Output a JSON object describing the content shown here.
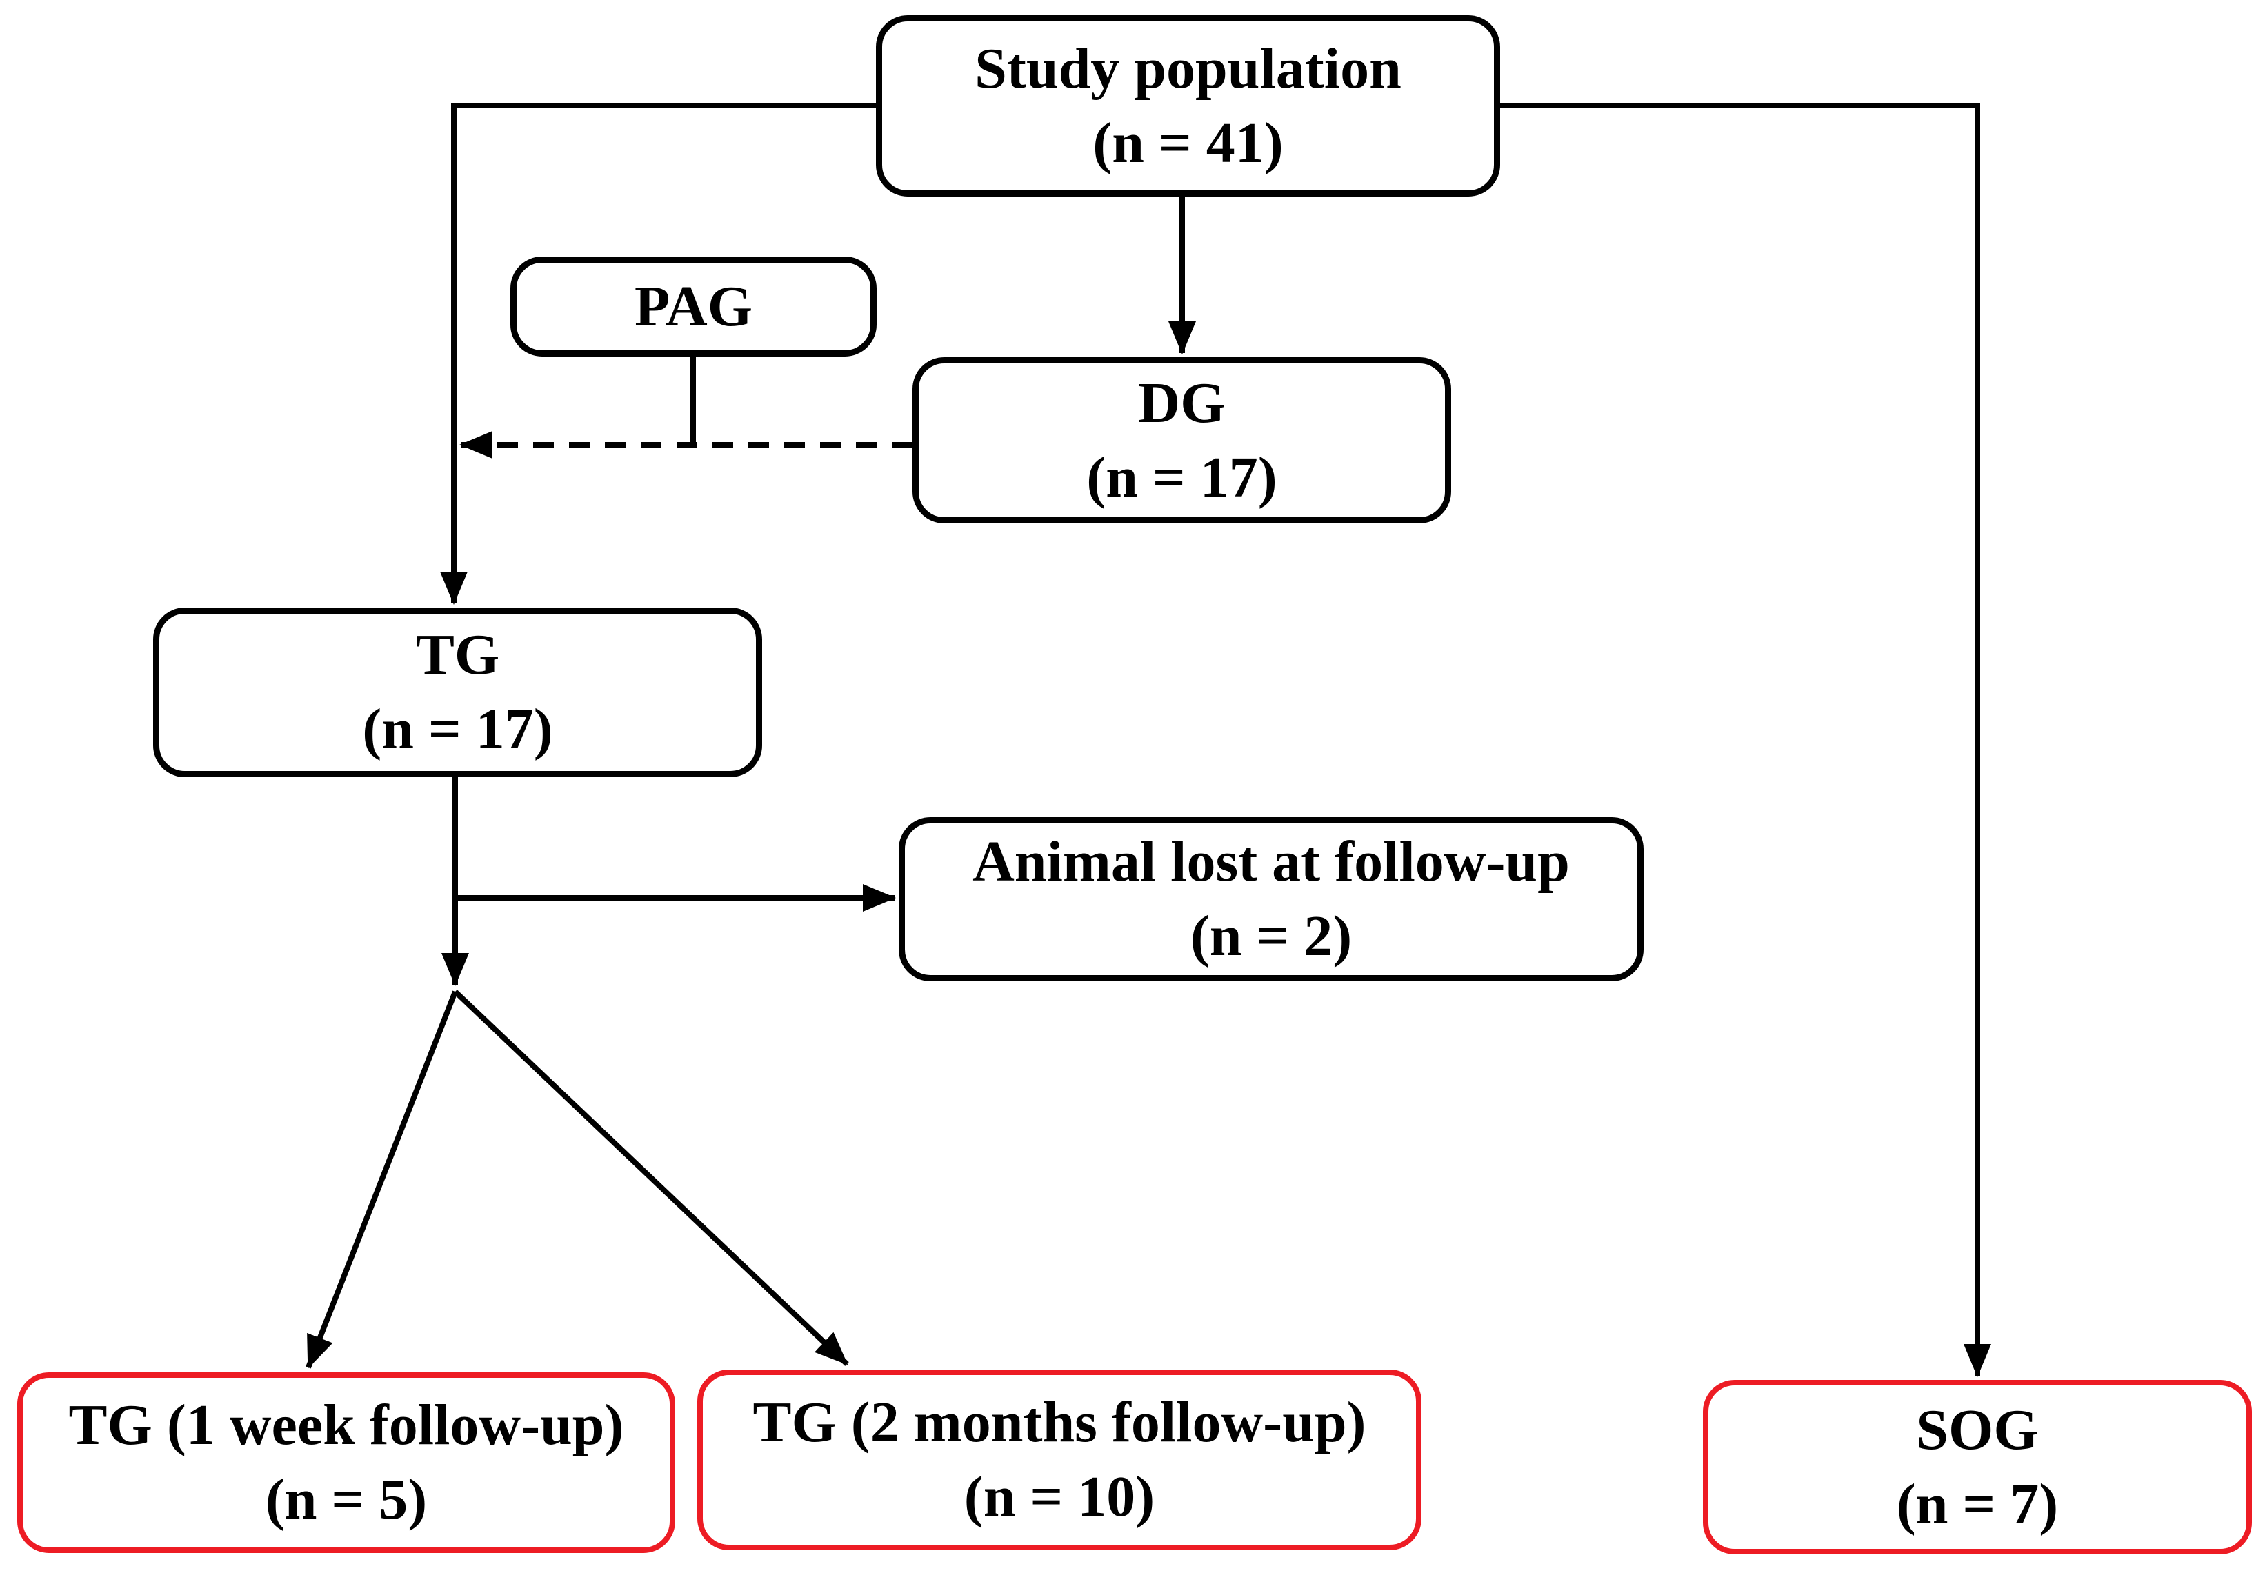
{
  "diagram": {
    "colors": {
      "box_border": "#000000",
      "red_box_border": "#ed1c24",
      "text": "#000000",
      "background": "#ffffff"
    },
    "nodes": {
      "study_population": {
        "label": "Study population",
        "count": "(n = 41)"
      },
      "pag": {
        "label": "PAG"
      },
      "dg": {
        "label": "DG",
        "count": "(n = 17)"
      },
      "tg": {
        "label": "TG",
        "count": "(n = 17)"
      },
      "animal_lost": {
        "label": "Animal lost at follow-up",
        "count": "(n = 2)"
      },
      "tg_1_week": {
        "label": "TG (1 week follow-up)",
        "count": "(n = 5)"
      },
      "tg_2_months": {
        "label": "TG (2 months follow-up)",
        "count": "(n = 10)"
      },
      "sog": {
        "label": "SOG",
        "count": "(n = 7)"
      }
    }
  }
}
